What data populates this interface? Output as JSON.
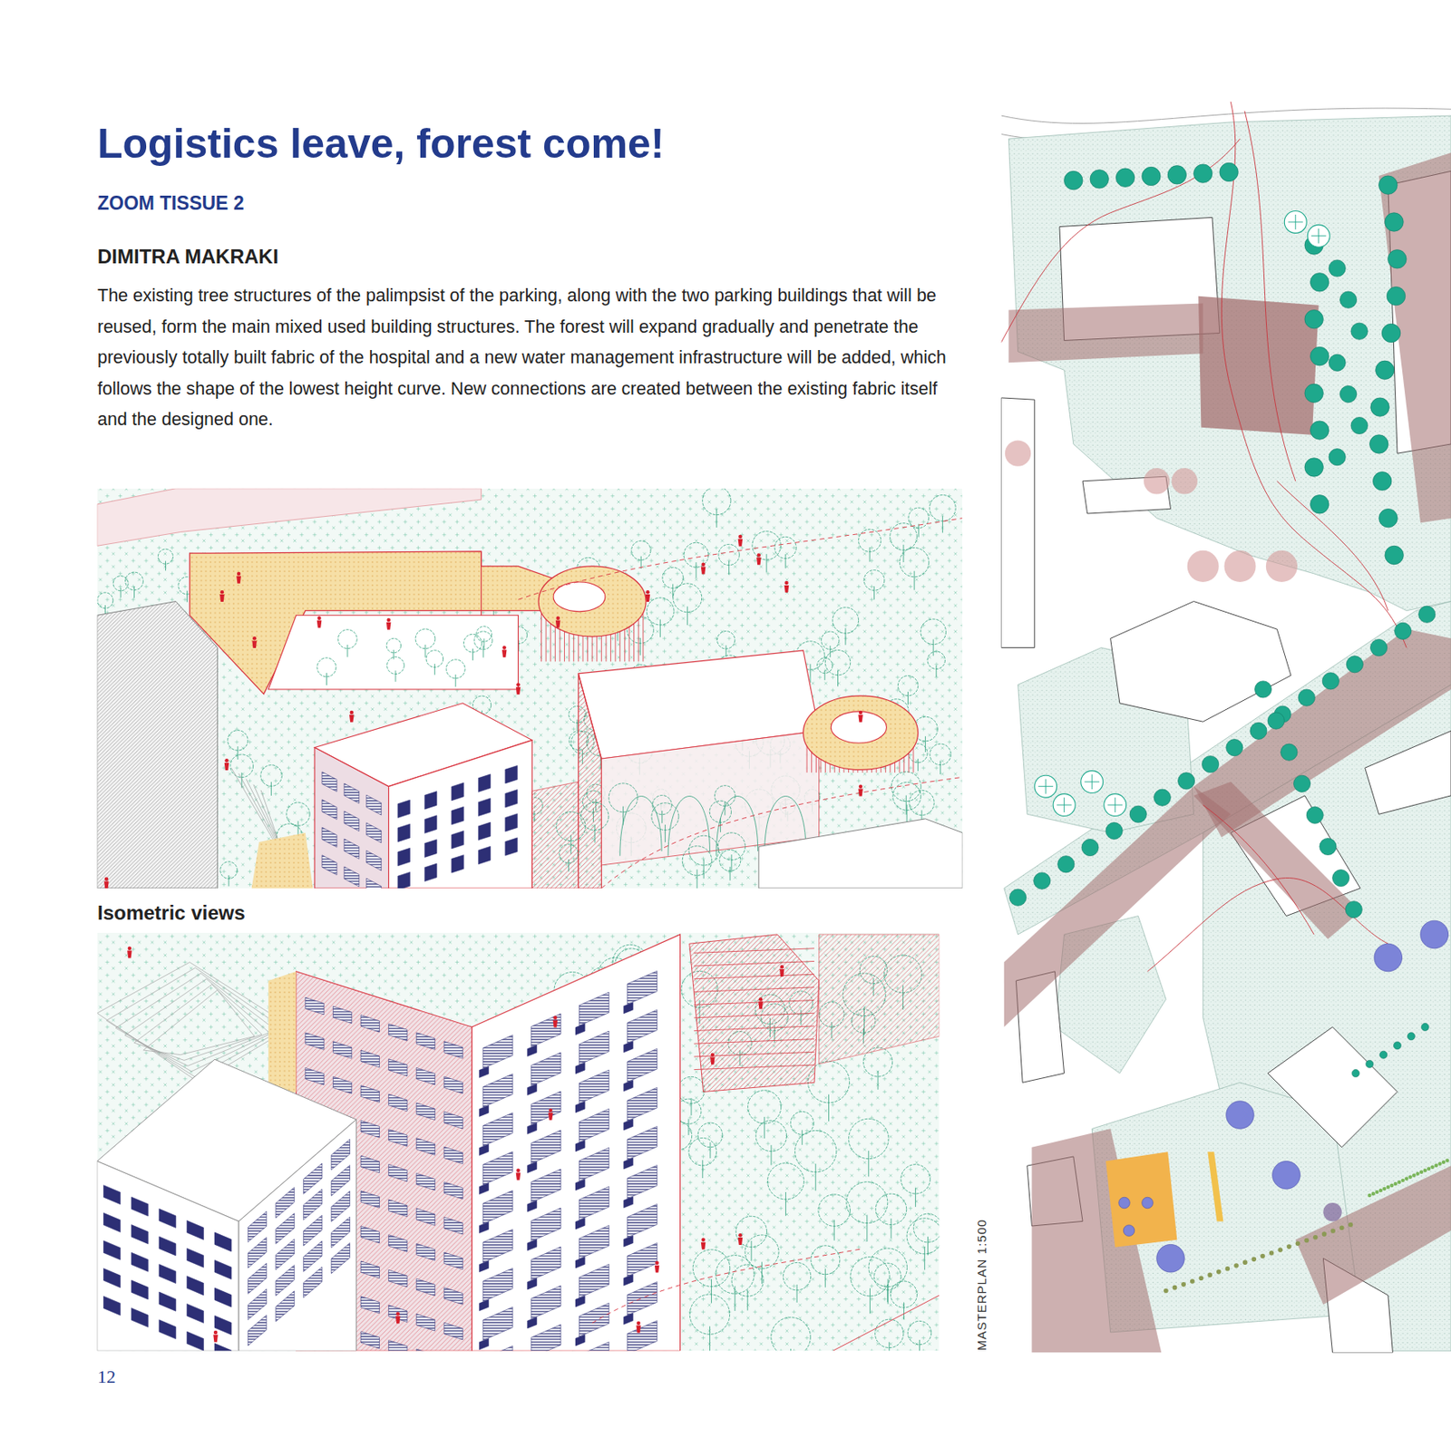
{
  "diagram": {
    "title": "Logistics leave, forest come!",
    "caption": "Isometric views",
    "labels": [
      "ZOOM TISSUE 2",
      "DIMITRA MAKRAKI",
      "The existing tree structures of the palimpsist of the parking, along with the two parking buildings that will be reused, form the main mixed used building structures. The forest will expand gradually and penetrate the previously totally built fabric of the hospital and a new water management infrastructure will be added, which follows the shape of the lowest height curve. New connections are created between the existing fabric itself and the designed one.",
      "MASTERPLAN 1:500",
      "12"
    ]
  }
}
